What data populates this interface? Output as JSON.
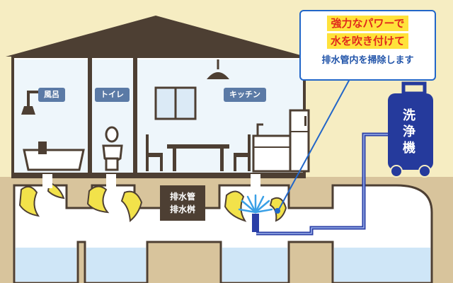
{
  "rooms": {
    "bath": "風呂",
    "toilet": "トイレ",
    "kitchen": "キッチン"
  },
  "pipe_label": {
    "line1": "排水管",
    "line2": "排水桝"
  },
  "callout": {
    "line1": "強力なパワーで",
    "line2": "水を吹き付けて",
    "line3": "排水管内を掃除します"
  },
  "machine": {
    "line1": "洗",
    "line2": "浄",
    "line3": "機"
  },
  "colors": {
    "background": "#f6edc2",
    "soil": "#d8c49c",
    "house_outline": "#4d3f33",
    "pipe_water": "#cfe6f7",
    "sludge": "#f2e24a",
    "hose": "#2a3ea6",
    "machine": "#253a9c",
    "accent_red": "#e02a1c",
    "highlight": "#ffe23b",
    "callout_border": "#2266c8"
  }
}
